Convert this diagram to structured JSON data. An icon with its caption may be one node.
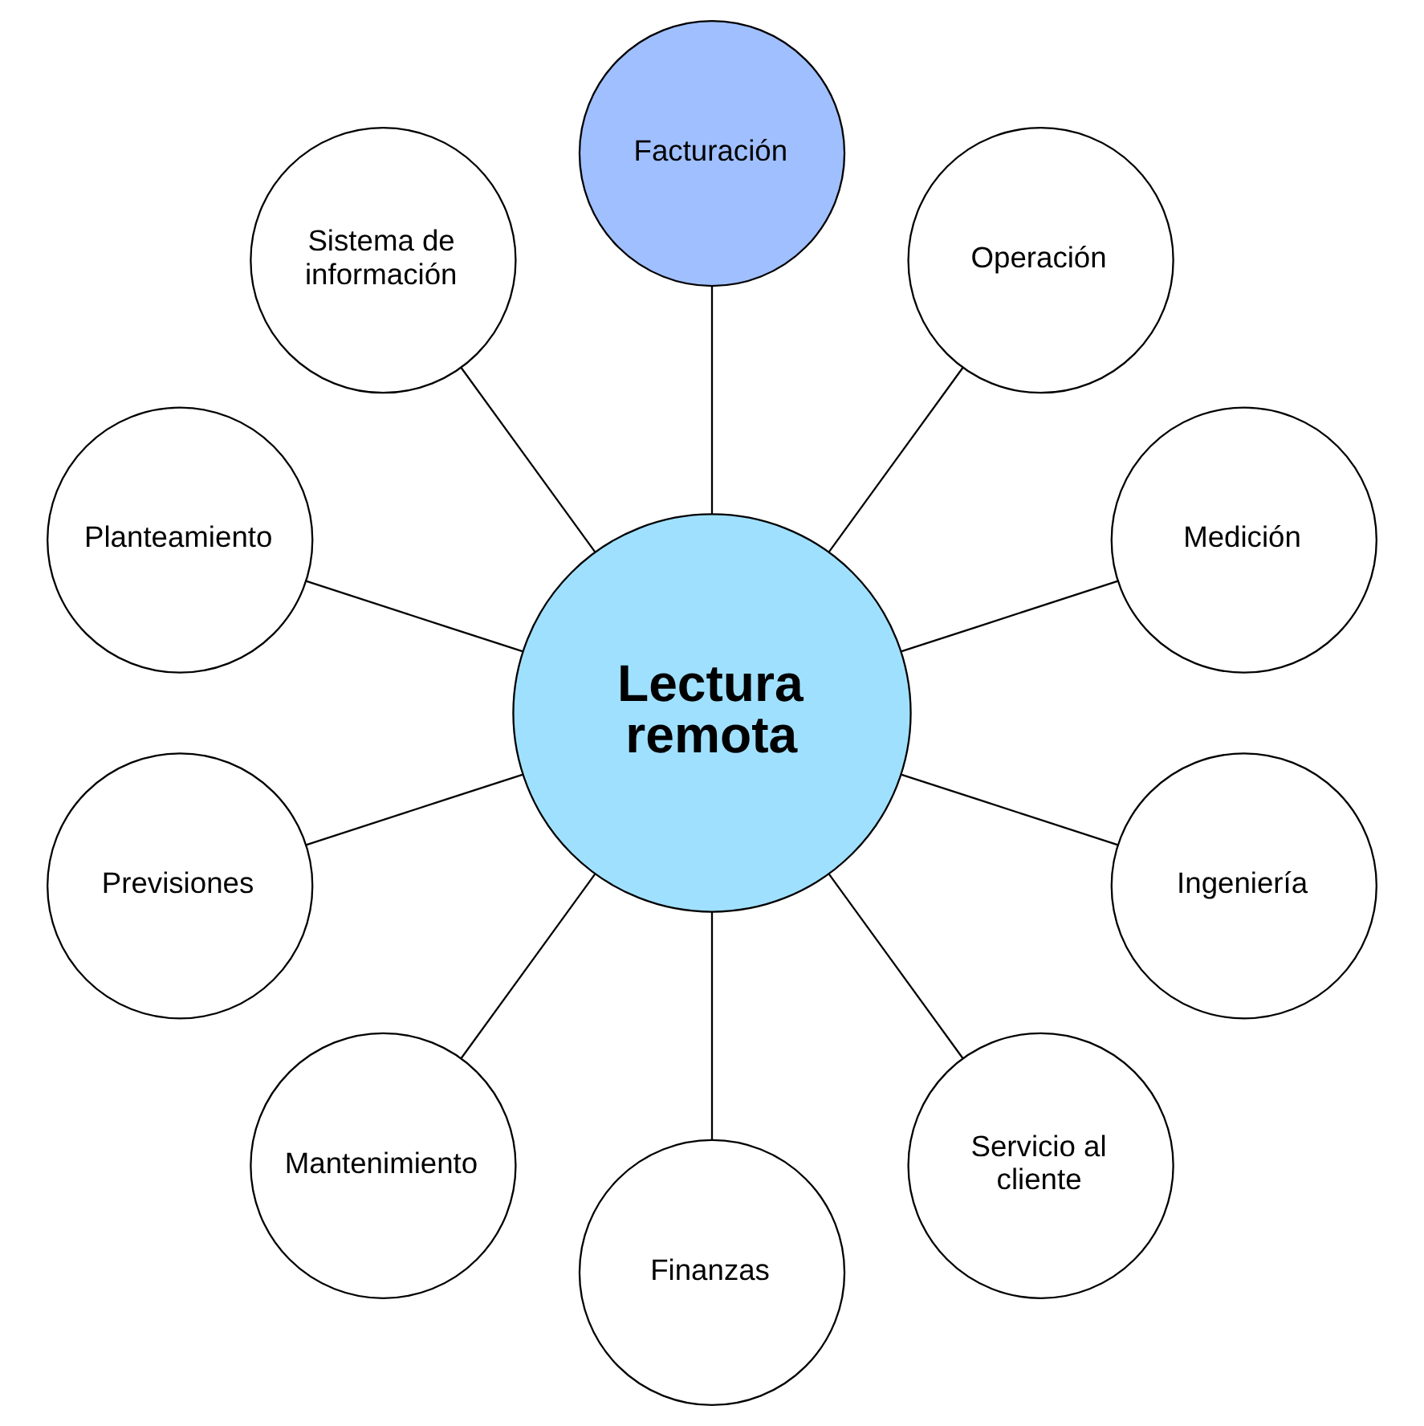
{
  "diagram": {
    "nodes": [
      {
        "text": [
          "Lectura remota"
        ]
      },
      {
        "text": [
          "Medición"
        ]
      },
      {
        "text": [
          "Operación"
        ]
      },
      {
        "text": [
          "Facturación"
        ]
      },
      {
        "text": [
          "Sistema de información"
        ]
      },
      {
        "text": [
          "Planteamiento"
        ]
      },
      {
        "text": [
          "Previsiones"
        ]
      },
      {
        "text": [
          "Mantenimiento"
        ]
      },
      {
        "text": [
          "Finanzas"
        ]
      },
      {
        "text": [
          "Servicio al cliente"
        ]
      },
      {
        "text": [
          "Ingeniería"
        ]
      }
    ],
    "edges": [
      {
        "from": 0,
        "to": 1,
        "arrow": "none"
      },
      {
        "from": 0,
        "to": 2,
        "arrow": "none"
      },
      {
        "from": 0,
        "to": 3,
        "arrow": "none"
      },
      {
        "from": 0,
        "to": 4,
        "arrow": "none"
      },
      {
        "from": 0,
        "to": 5,
        "arrow": "none"
      },
      {
        "from": 0,
        "to": 6,
        "arrow": "none"
      },
      {
        "from": 0,
        "to": 7,
        "arrow": "none"
      },
      {
        "from": 0,
        "to": 8,
        "arrow": "none"
      },
      {
        "from": 0,
        "to": 9,
        "arrow": "none"
      },
      {
        "from": 0,
        "to": 10,
        "arrow": "none"
      }
    ]
  }
}
